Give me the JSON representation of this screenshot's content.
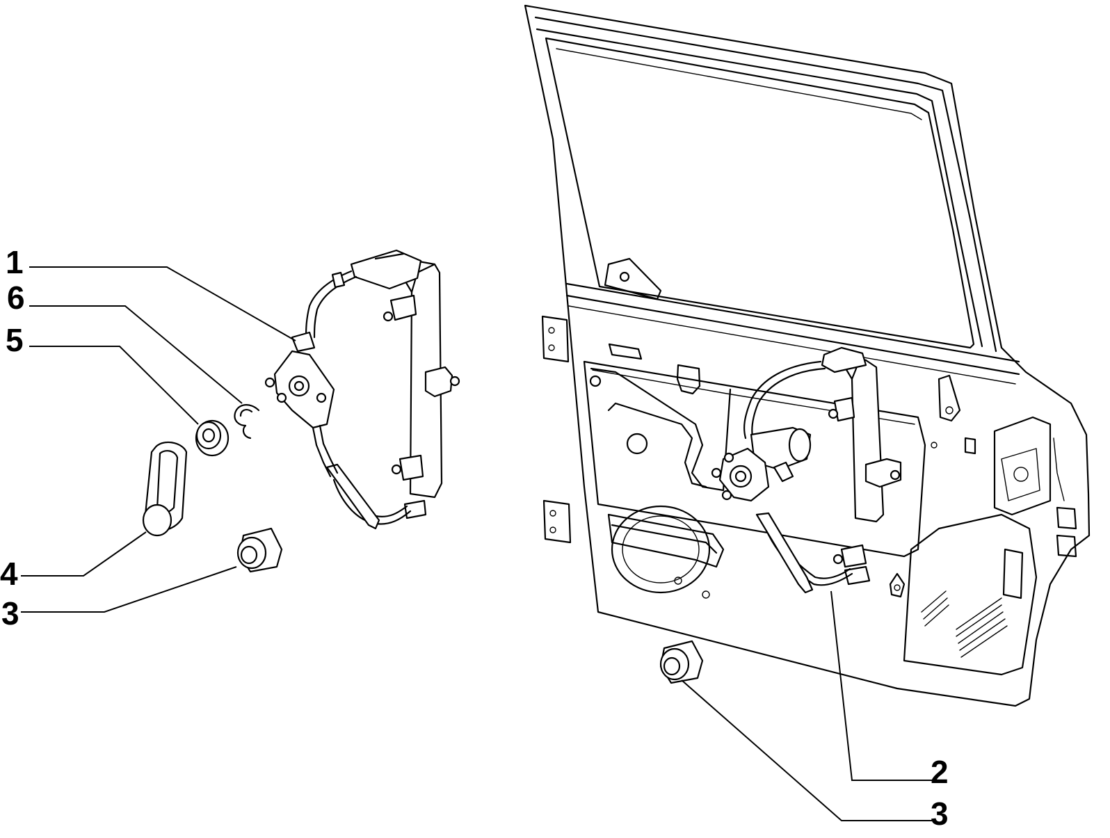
{
  "callouts": {
    "c1": "1",
    "c6": "6",
    "c5": "5",
    "c4": "4",
    "c3_left": "3",
    "c2": "2",
    "c3_right": "3"
  }
}
